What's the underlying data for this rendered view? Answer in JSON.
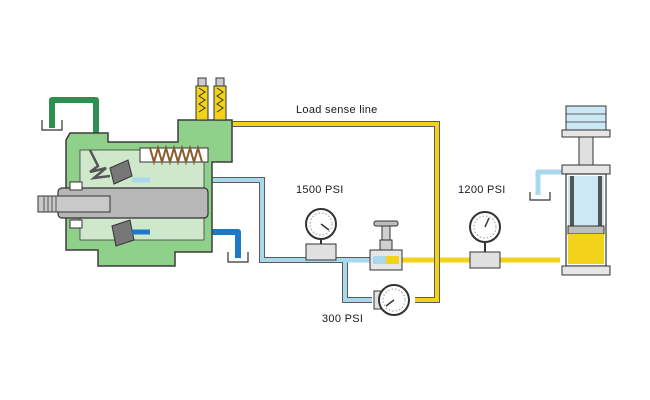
{
  "labels": {
    "load_sense": "Load sense line",
    "gauge_left": "1500 PSI",
    "gauge_bottom": "300 PSI",
    "gauge_right": "1200 PSI"
  },
  "colors": {
    "pressure_line": "#a9d8ec",
    "load_sense_line": "#f3d21a",
    "drain_line": "#1e78c8",
    "case_drain": "#2f8f4e",
    "pump_body": "#8fd08a",
    "pump_shading": "#cfe8cb",
    "cylinder_fluid": "#f3d21a",
    "reservoir": "#cde8f5"
  }
}
